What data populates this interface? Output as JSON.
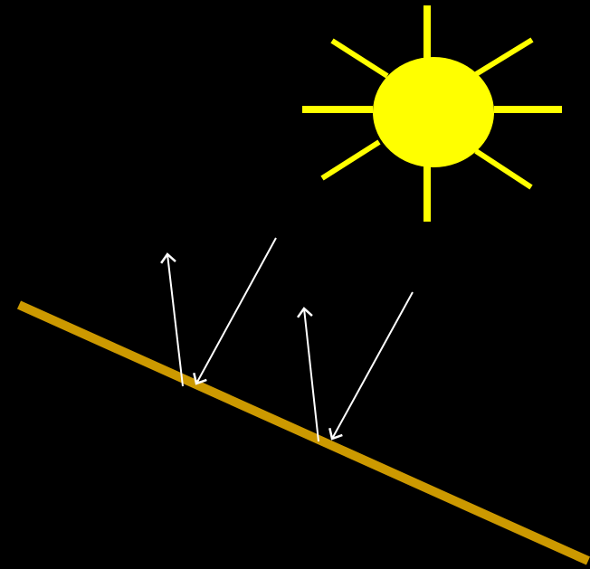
{
  "diagram": {
    "background_color": "#000000",
    "sun": {
      "icon": "sun-icon",
      "color": "#FFFF00",
      "ray_count": 8
    },
    "surface": {
      "color": "#CC9900",
      "description_visible": false
    },
    "rays": {
      "color": "#FFFFFF",
      "incoming_count": 2,
      "reflected_count": 2
    }
  }
}
